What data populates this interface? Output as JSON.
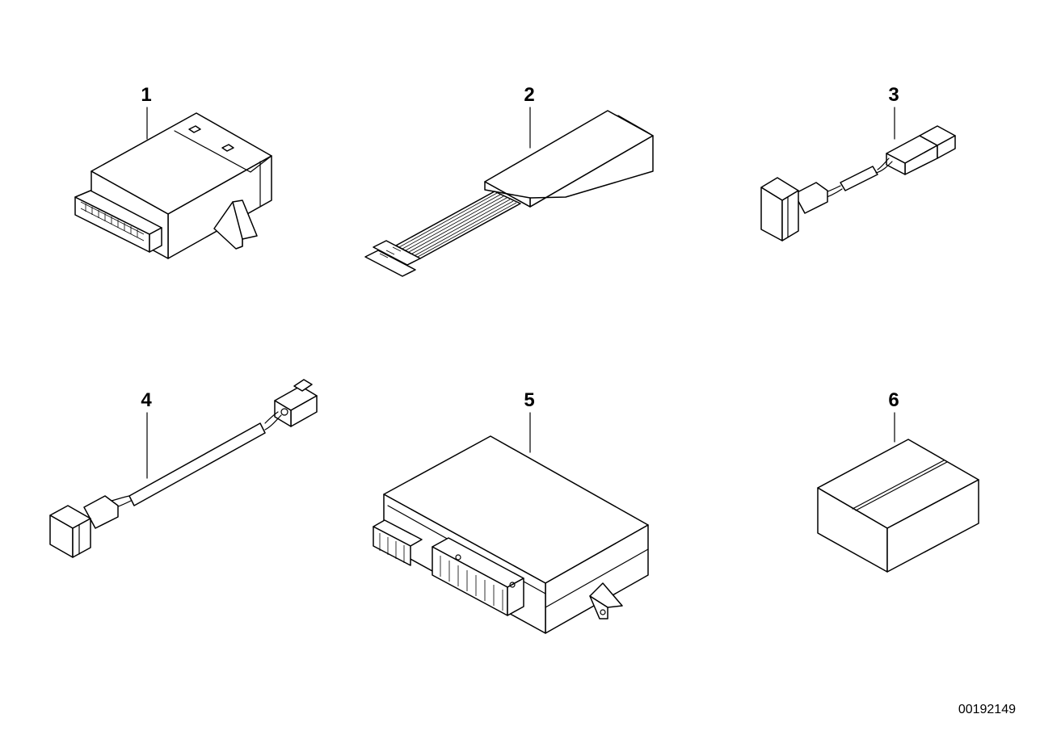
{
  "parts": [
    {
      "label": "1",
      "kind": "control-module-small"
    },
    {
      "label": "2",
      "kind": "module-with-ribbon-cable"
    },
    {
      "label": "3",
      "kind": "switch-with-short-lead"
    },
    {
      "label": "4",
      "kind": "switch-with-long-lead"
    },
    {
      "label": "5",
      "kind": "control-unit-large"
    },
    {
      "label": "6",
      "kind": "box"
    }
  ],
  "diagram_ref": "00192149",
  "colors": {
    "line": "#000000",
    "background": "#ffffff"
  }
}
